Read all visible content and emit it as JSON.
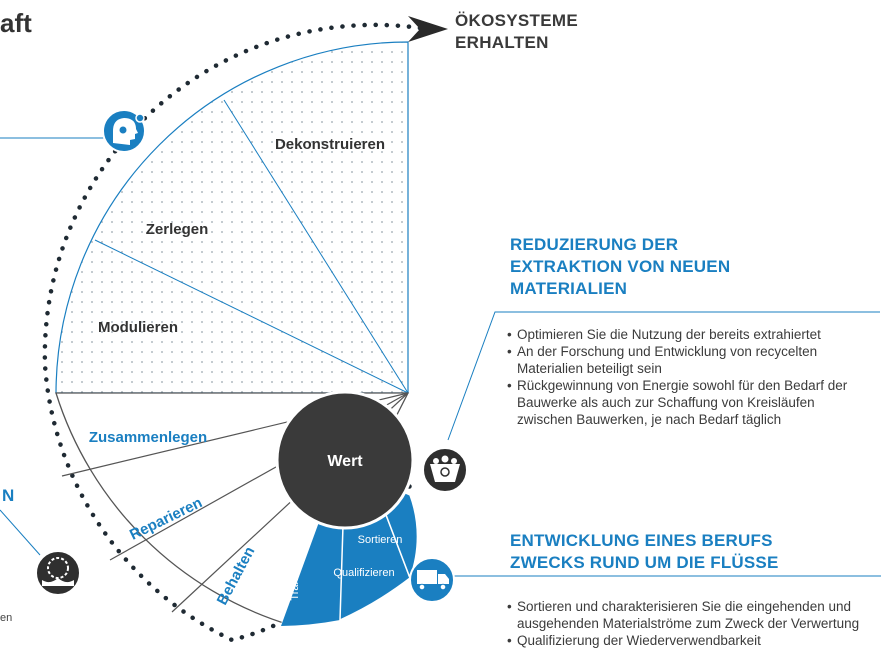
{
  "title_fragment": "aft",
  "top_goal": {
    "line1": "ÖKOSYSTEME",
    "line2": "ERHALTEN"
  },
  "segments": {
    "dekonstruieren": "Dekonstruieren",
    "zerlegen": "Zerlegen",
    "modulieren": "Modulieren",
    "zusammenlegen": "Zusammenlegen",
    "reparieren": "Reparieren",
    "behalten": "Behalten",
    "transportieren": "Transportieren",
    "qualifizieren": "Qualifizieren",
    "sortieren": "Sortieren"
  },
  "center": "Wert",
  "section1": {
    "title_lines": [
      "REDUZIERUNG DER",
      "EXTRAKTION VON NEUEN",
      "MATERIALIEN"
    ],
    "bullets": [
      "Optimieren Sie die Nutzung der bereits extrahiertet",
      "An der Forschung und Entwicklung von recycelten Materialien beteiligt sein",
      "Rückgewinnung von Energie sowohl für den Bedarf der Bauwerke als auch zur Schaffung von Kreisläufen zwischen Bauwerken, je nach Bedarf täglich"
    ]
  },
  "section2": {
    "title_lines": [
      "ENTWICKLUNG EINES BERUFS",
      "ZWECKS RUND UM DIE FLÜSSE"
    ],
    "bullets": [
      "Sortieren und charakterisieren Sie die eingehenden und ausgehenden Materialströme zum Zweck der Verwertung",
      "Qualifizierung der Wiederverwendbarkeit"
    ]
  },
  "left_fragments": {
    "n": "N",
    "en": "en"
  },
  "colors": {
    "blue": "#1a7fc1",
    "dark": "#333333",
    "gray_stroke": "#555555"
  },
  "icons": [
    "head-gears-icon",
    "recycle-bin-icon",
    "truck-icon",
    "hands-gear-icon"
  ]
}
